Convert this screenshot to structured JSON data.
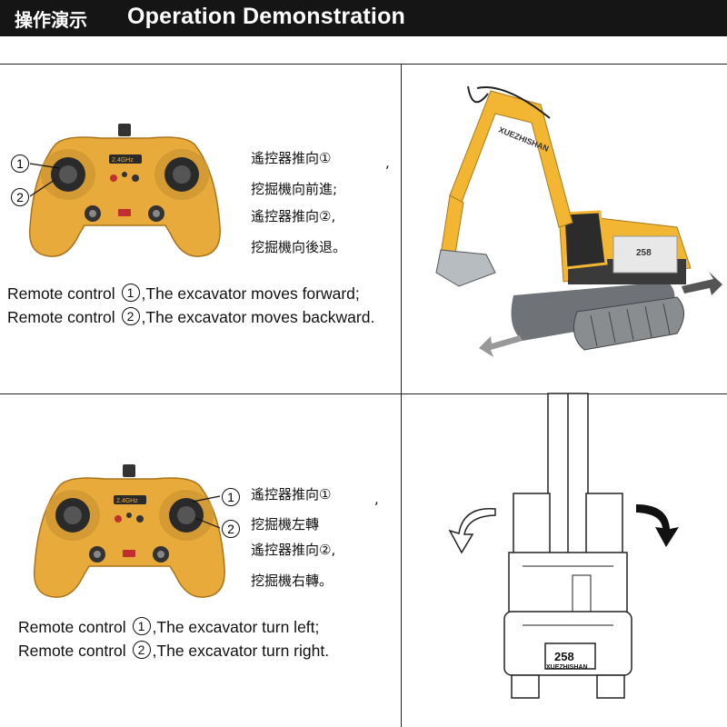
{
  "header": {
    "title_cn": "操作演示",
    "title_en": "Operation Demonstration"
  },
  "section1": {
    "cn_lines": [
      "遙控器推向①",
      "挖掘機向前進;",
      "遙控器推向②,",
      "挖掘機向後退。"
    ],
    "cn_comma": ",",
    "en_line1": {
      "prefix": "Remote control",
      "num": "1",
      "suffix": ",The excavator moves forward;"
    },
    "en_line2": {
      "prefix": "Remote control",
      "num": "2",
      "suffix": ",The excavator moves backward."
    },
    "callouts": [
      "1",
      "2"
    ],
    "controller_badge": "2.4GHz"
  },
  "section2": {
    "cn_lines": [
      "遙控器推向①",
      "挖掘機左轉",
      "遙控器推向②,",
      "挖掘機右轉。"
    ],
    "cn_comma": ",",
    "en_line1": {
      "prefix": "Remote control",
      "num": "1",
      "suffix": ",The excavator turn left;"
    },
    "en_line2": {
      "prefix": "Remote control",
      "num": "2",
      "suffix": ",The excavator turn right."
    },
    "callouts": [
      "1",
      "2"
    ],
    "controller_badge": "2.4GHz"
  },
  "excavator": {
    "brand": "XUEZHISHAN",
    "model": "258"
  },
  "colors": {
    "header_bg": "#151515",
    "excavator_yellow": "#f2b632",
    "controller_yellow": "#e8aa3a",
    "track_gray": "#8a8d90"
  },
  "icons": [
    "controller-icon",
    "excavator-side-icon",
    "excavator-top-icon",
    "rotate-left-arrow-icon",
    "rotate-right-arrow-icon",
    "forward-arrow-icon",
    "backward-arrow-icon"
  ]
}
